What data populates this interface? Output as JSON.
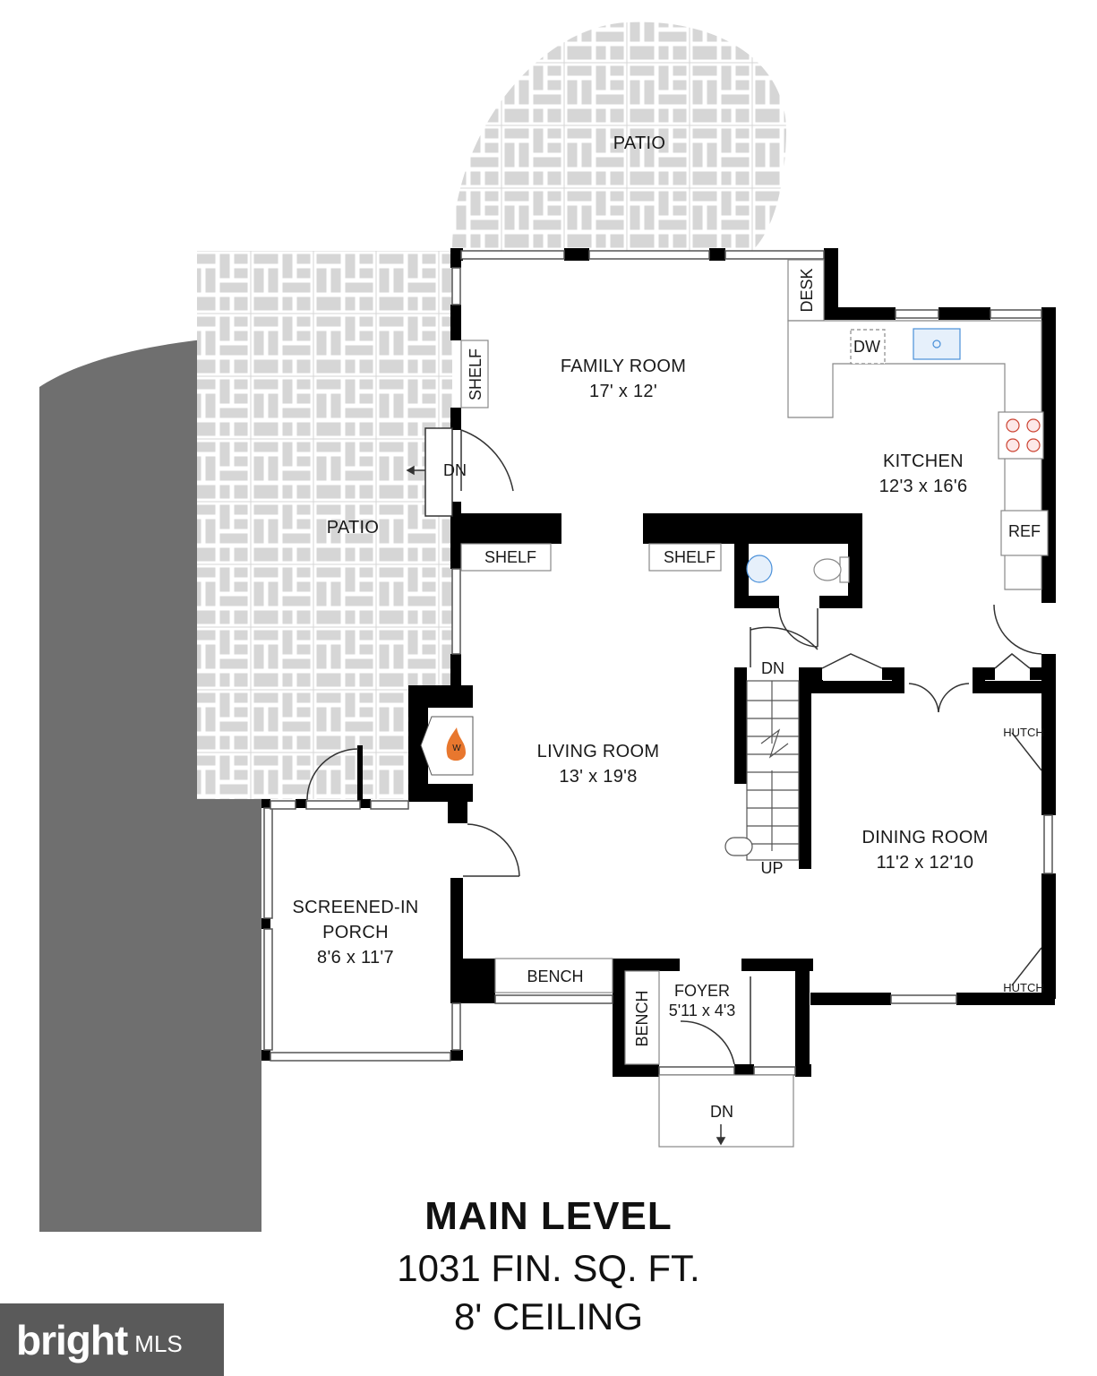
{
  "rooms": {
    "patio_top": "PATIO",
    "patio_left": "PATIO",
    "family_room": {
      "name": "FAMILY ROOM",
      "dims": "17' x 12'"
    },
    "kitchen": {
      "name": "KITCHEN",
      "dims": "12'3 x 16'6"
    },
    "living_room": {
      "name": "LIVING ROOM",
      "dims": "13' x 19'8"
    },
    "dining_room": {
      "name": "DINING ROOM",
      "dims": "11'2 x 12'10"
    },
    "porch": {
      "line1": "SCREENED-IN",
      "line2": "PORCH",
      "dims": "8'6 x 11'7"
    },
    "foyer": {
      "name": "FOYER",
      "dims": "5'11 x 4'3"
    }
  },
  "fixtures": {
    "desk": "DESK",
    "dw": "DW",
    "ref": "REF",
    "shelf_wall": "SHELF",
    "shelf_left": "SHELF",
    "shelf_right": "SHELF",
    "bench_main": "BENCH",
    "bench_foyer": "BENCH",
    "hutch_top": "HUTCH",
    "hutch_bottom": "HUTCH",
    "fireplace": "W"
  },
  "stairs": {
    "dn_patio": "DN",
    "dn_stair": "DN",
    "up_stair": "UP",
    "dn_front": "DN"
  },
  "caption": {
    "title": "MAIN LEVEL",
    "sqft": "1031 FIN. SQ. FT.",
    "ceiling": "8' CEILING"
  },
  "logo": {
    "brand": "bright",
    "suffix": "MLS"
  },
  "colors": {
    "wall": "#000000",
    "patio_fill": "#d9d9d9",
    "patio_lines": "#ffffff",
    "driveway": "#6f6f6f",
    "fire": "#e8772e",
    "sink": "#4a90d9"
  }
}
